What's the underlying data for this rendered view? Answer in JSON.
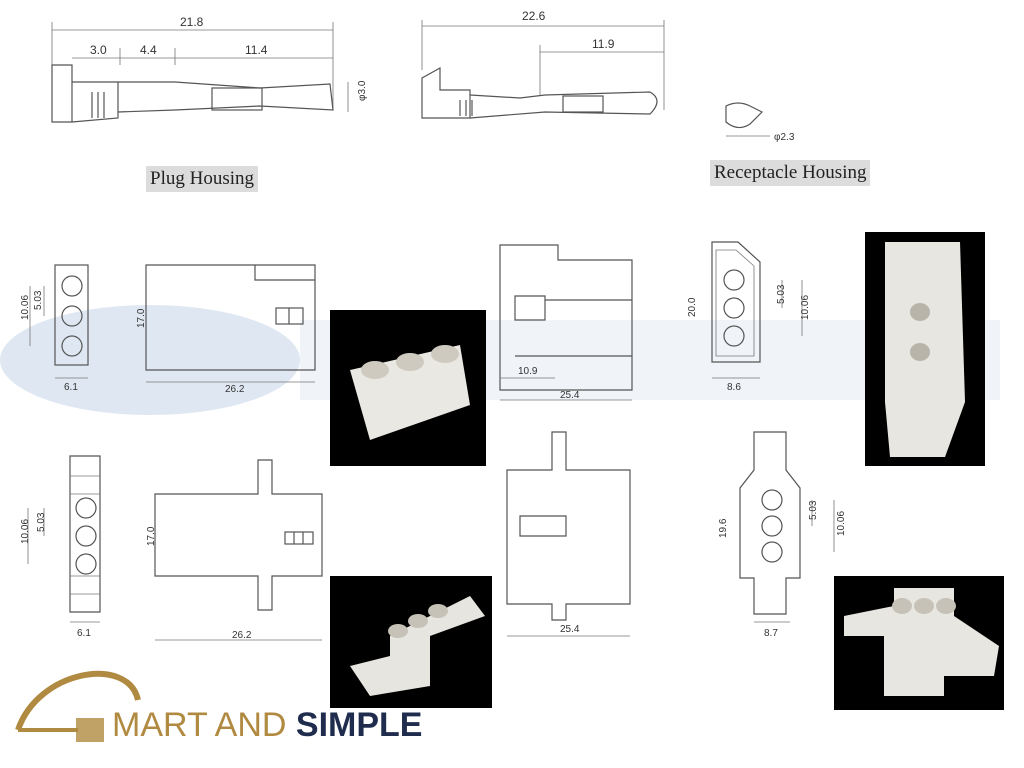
{
  "colors": {
    "accent_gold": "#b08a40",
    "brand_navy": "#1f2c4d",
    "watermark": "#c9d7e6"
  },
  "labels": {
    "plug_housing": "Plug Housing",
    "receptacle_housing": "Receptacle Housing"
  },
  "top_terminals": {
    "plug_overall": "21.8",
    "plug_a": "3.0",
    "plug_b": "4.4",
    "plug_c": "11.4",
    "plug_dia": "φ3.0",
    "rec_overall": "22.6",
    "rec_a": "11.9",
    "rec_dia": "φ2.3"
  },
  "row1": {
    "a_pitch": "10.06",
    "a_half": "5.03",
    "a_width": "6.1",
    "b_height": "17.0",
    "b_length": "26.2",
    "c_width": "10.9",
    "c_length": "25.4",
    "d_height": "20.0",
    "d_half": "5.03",
    "d_pitch": "10.06",
    "d_width": "8.6"
  },
  "row2": {
    "a_pitch": "10.06",
    "a_half": "5.03",
    "a_width": "6.1",
    "b_height": "17.0",
    "b_length": "26.2",
    "c_length": "25.4",
    "d_height": "19.6",
    "d_half": "5.03",
    "d_pitch": "10.06",
    "d_width": "8.7"
  },
  "icons": [
    "connector-photo-plug",
    "connector-photo-receptacle",
    "connector-photo-plug-latch",
    "connector-photo-receptacle-latch",
    "brand-cable-logo"
  ]
}
